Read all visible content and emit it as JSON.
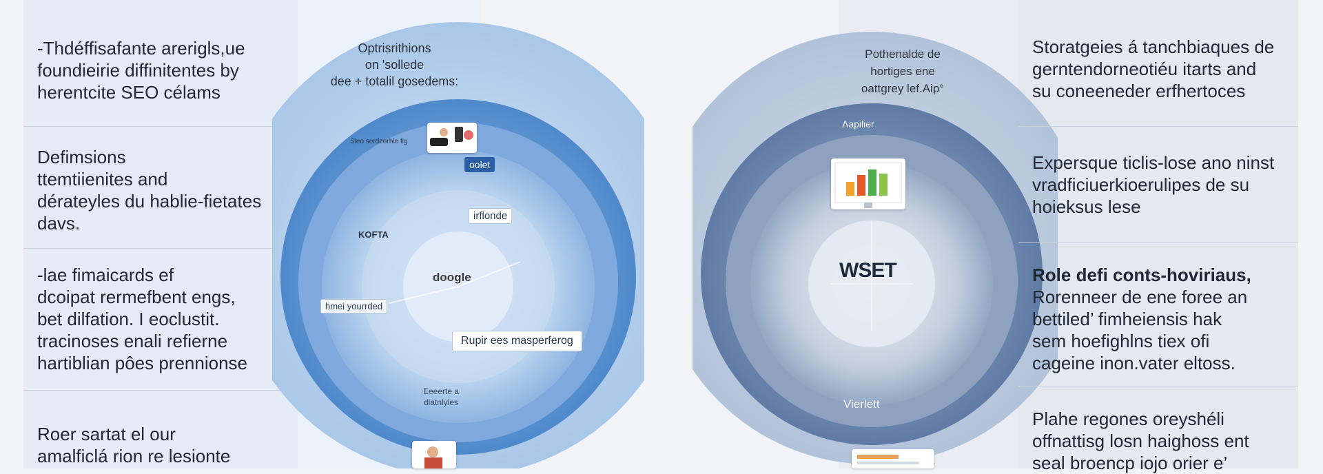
{
  "left_panel": {
    "blocks": [
      {
        "lines": [
          "-Thdéffisafante arerigls,ue",
          "foundieirie diffinitentes by",
          "herentcite SEO célams"
        ]
      },
      {
        "lines": [
          "Defimsions",
          "ttemtiienites and",
          "dérateyles du hablie-fietates",
          "davs."
        ]
      },
      {
        "lines": [
          "-lae fimaicards ef",
          "dcoipat rermefbent engs,",
          "bet dilfation. I eoclustit.",
          "tracinoses enali refierne",
          "hartiblian pôes prennionse"
        ]
      },
      {
        "lines": [
          "Roer sartat el our",
          "amalficlá rion re lesionte"
        ]
      }
    ]
  },
  "left_diagram": {
    "title_lines": [
      "Optrisrithions",
      "on 'sollede",
      "dee + totalil gosedems:"
    ],
    "labels": {
      "tag_top_small": "Sleo serdeorhle fig",
      "tag_oolet": "oolet",
      "tag_kofta": "KOFTA",
      "tag_irflonde": "irflonde",
      "center": "doogle",
      "tag_hmei": "hmei yourrded",
      "tag_rupir": "Rupir ees masperferog",
      "bottom_lines": [
        "Eeeerte a",
        "dlatnlyles"
      ]
    },
    "colors": {
      "outer": "#b6d0ea",
      "mid": "#5b93d2",
      "inner": "#8fb8e4",
      "core": "#c7dcf2"
    }
  },
  "right_diagram": {
    "title_lines": [
      "Pothenalde de",
      "hortiges ene",
      "oattgrey lef.Aip°"
    ],
    "labels": {
      "top": "Aapilier",
      "center": "WSET",
      "bottom": "Vierlett"
    },
    "colors": {
      "outer": "#b9c8de",
      "mid": "#6f88af",
      "inner": "#a6b6ce",
      "core": "#d3dbe7"
    }
  },
  "right_panel": {
    "blocks": [
      {
        "lines": [
          "Storatgeies á tanchbiaques de",
          "gerntendorneotiéu itarts and",
          "su coneeneder erfhertoces"
        ]
      },
      {
        "lines": [
          "Expersque ticlis-lose ano ninst",
          "vradficiuerkioerulipes de su",
          "hoieksus lese"
        ]
      },
      {
        "heading": "Role defi conts-hoviriaus,",
        "lines": [
          "Rorenneer de ene foree an",
          "bettiled’ fimheiensis hak",
          "sem hoefighlns tiex ofi",
          "cageine inon.vater eltoss."
        ]
      },
      {
        "lines": [
          "Plahe regones oreyshéli",
          "offnattisg losn haighoss ent",
          "seal broencp iojo orier e’"
        ]
      }
    ]
  }
}
